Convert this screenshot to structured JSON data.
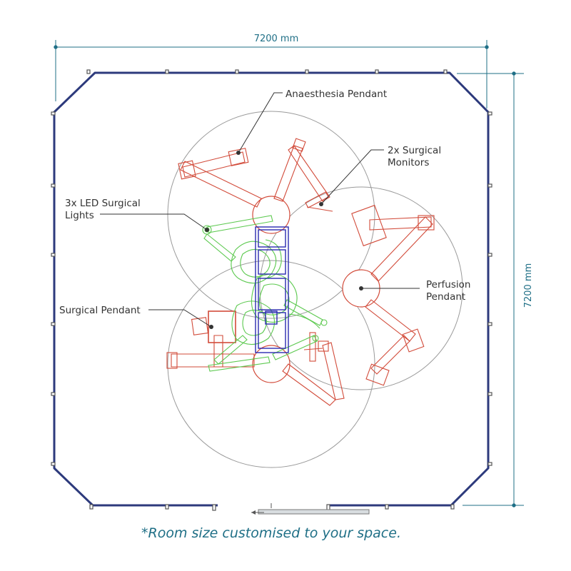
{
  "dimensions": {
    "width_label": "7200 mm",
    "height_label": "7200 mm"
  },
  "labels": {
    "anaesthesia": "Anaesthesia Pendant",
    "monitors_line1": "2x Surgical",
    "monitors_line2": "Monitors",
    "lights_line1": "3x LED Surgical",
    "lights_line2": "Lights",
    "surgical": "Surgical Pendant",
    "perfusion_line1": "Perfusion",
    "perfusion_line2": "Pendant"
  },
  "footnote": "*Room size customised to your space.",
  "colors": {
    "wall": "#2d3a7c",
    "dimension": "#1f6f86",
    "pendant": "#d24b3a",
    "light": "#5cc94f",
    "table": "#2a2ab0",
    "reach_circle": "#9a9a9a"
  }
}
